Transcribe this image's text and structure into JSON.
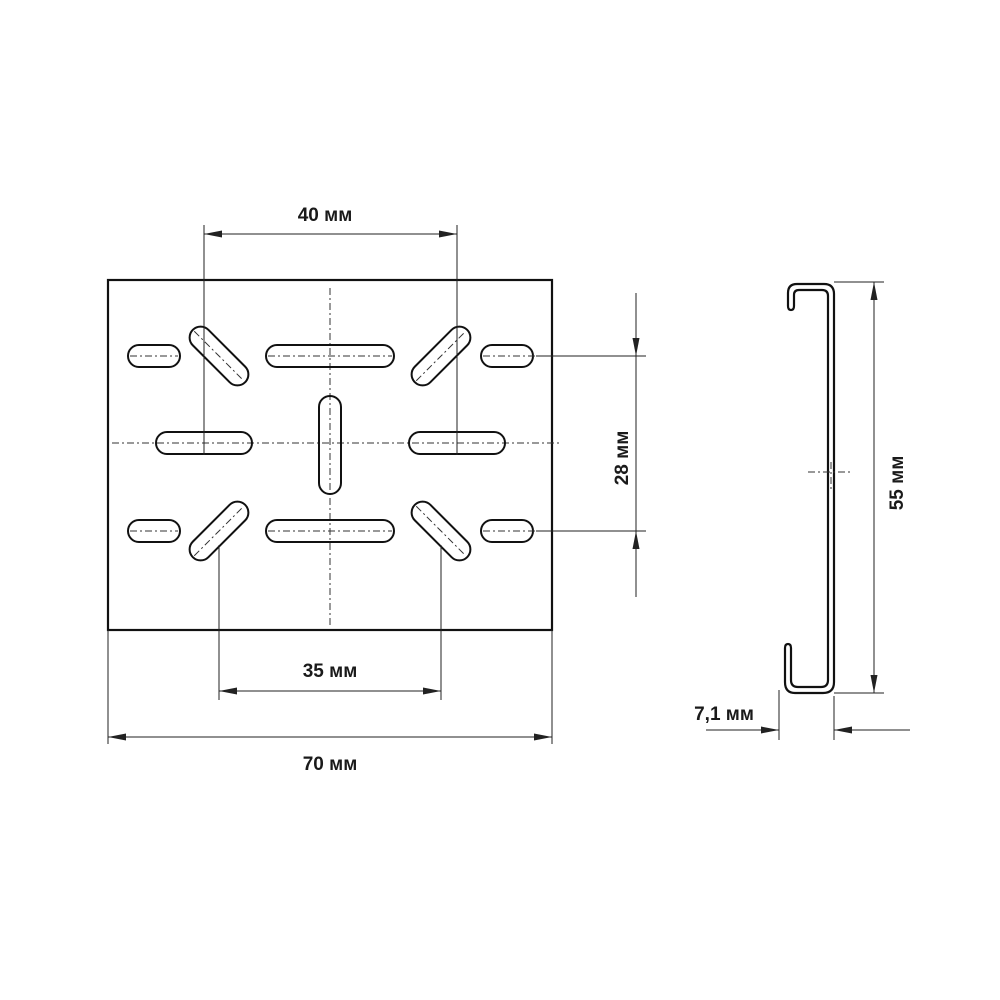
{
  "drawing": {
    "dimensions": {
      "top_spacing": "40 мм",
      "bottom_spacing": "35 мм",
      "total_width": "70 мм",
      "row_spacing": "28 мм",
      "height": "55 мм",
      "depth": "7,1 мм"
    },
    "line_color": "#111111",
    "background": "#ffffff"
  }
}
